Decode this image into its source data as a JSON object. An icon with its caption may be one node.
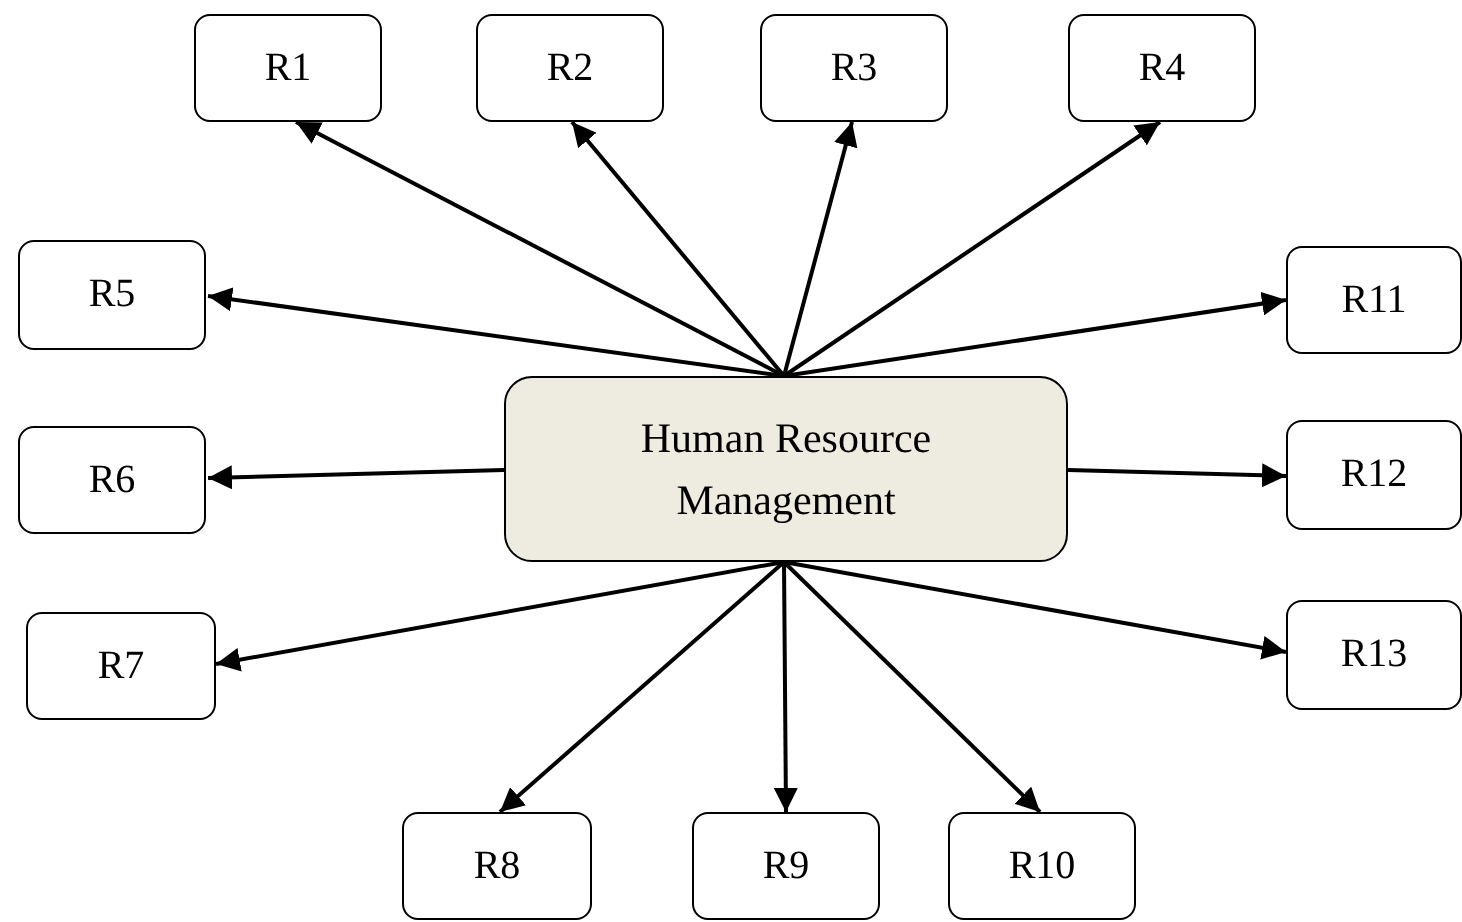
{
  "diagram": {
    "nodes": [
      {
        "text": [
          "Human Resource Management"
        ]
      },
      {
        "text": [
          "R1"
        ]
      },
      {
        "text": [
          "R2"
        ]
      },
      {
        "text": [
          "R3"
        ]
      },
      {
        "text": [
          "R4"
        ]
      },
      {
        "text": [
          "R5"
        ]
      },
      {
        "text": [
          "R6"
        ]
      },
      {
        "text": [
          "R7"
        ]
      },
      {
        "text": [
          "R8"
        ]
      },
      {
        "text": [
          "R9"
        ]
      },
      {
        "text": [
          "R10"
        ]
      },
      {
        "text": [
          "R11"
        ]
      },
      {
        "text": [
          "R12"
        ]
      },
      {
        "text": [
          "R13"
        ]
      }
    ],
    "edges": [
      {
        "from": 0,
        "to": 1,
        "arrow": "to"
      },
      {
        "from": 0,
        "to": 2,
        "arrow": "to"
      },
      {
        "from": 0,
        "to": 3,
        "arrow": "to"
      },
      {
        "from": 0,
        "to": 4,
        "arrow": "to"
      },
      {
        "from": 0,
        "to": 5,
        "arrow": "to"
      },
      {
        "from": 0,
        "to": 6,
        "arrow": "to"
      },
      {
        "from": 0,
        "to": 7,
        "arrow": "to"
      },
      {
        "from": 0,
        "to": 8,
        "arrow": "to"
      },
      {
        "from": 0,
        "to": 9,
        "arrow": "to"
      },
      {
        "from": 0,
        "to": 10,
        "arrow": "to"
      },
      {
        "from": 0,
        "to": 11,
        "arrow": "to"
      },
      {
        "from": 0,
        "to": 12,
        "arrow": "to"
      },
      {
        "from": 0,
        "to": 13,
        "arrow": "to"
      }
    ]
  }
}
